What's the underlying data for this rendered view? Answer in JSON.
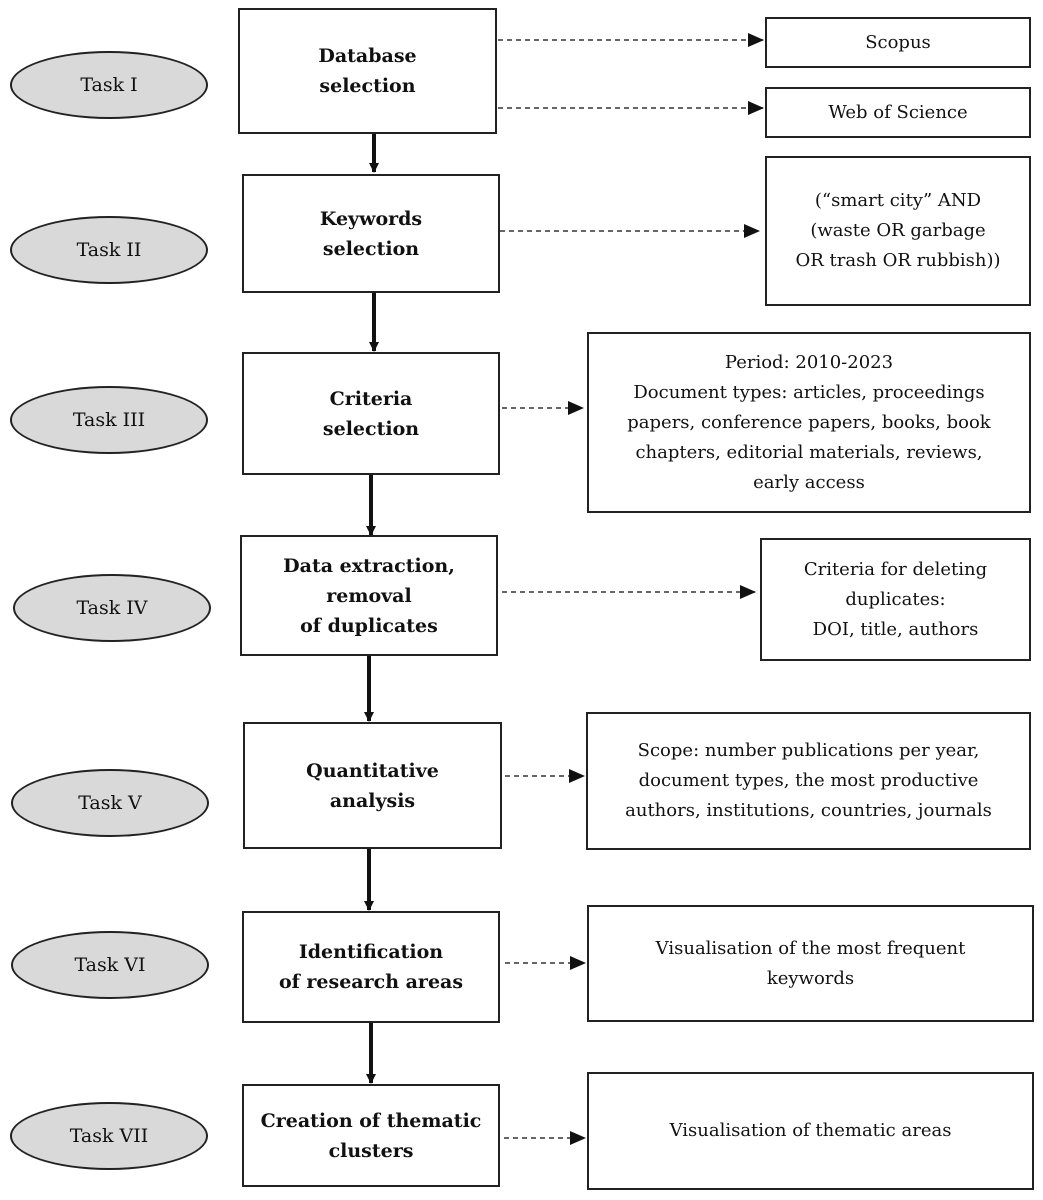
{
  "tasks": [
    "Task I",
    "Task II",
    "Task III",
    "Task IV",
    "Task V",
    "Task VI",
    "Task VII"
  ],
  "steps": [
    [
      "Database",
      "selection"
    ],
    [
      "Keywords",
      "selection"
    ],
    [
      "Criteria",
      "selection"
    ],
    [
      "Data extraction,",
      "removal",
      "of duplicates"
    ],
    [
      "Quantitative",
      "analysis"
    ],
    [
      "Identification",
      "of research areas"
    ],
    [
      "Creation of thematic",
      "clusters"
    ]
  ],
  "details": {
    "database": [
      [
        "Scopus"
      ],
      [
        "Web of Science"
      ]
    ],
    "keywords": [
      "(“smart city” AND",
      "(waste OR garbage",
      "OR trash OR rubbish))"
    ],
    "criteria": [
      "Period: 2010-2023",
      "Document types: articles, proceedings",
      "papers, conference papers, books, book",
      "chapters, editorial materials, reviews,",
      "early access"
    ],
    "duplicates": [
      "Criteria for deleting",
      "duplicates:",
      "DOI, title, authors"
    ],
    "quantitative": [
      "Scope: number publications per year,",
      "document types, the most productive",
      "authors, institutions, countries, journals"
    ],
    "research_areas": [
      "Visualisation of the most frequent",
      "keywords"
    ],
    "clusters": [
      "Visualisation of thematic areas"
    ]
  }
}
